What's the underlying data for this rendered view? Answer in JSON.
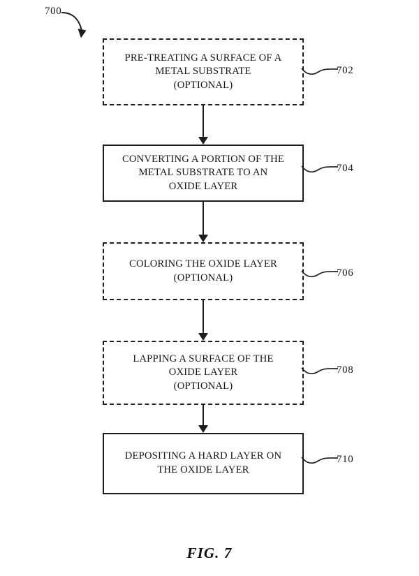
{
  "figure": {
    "caption": "FIG. 7",
    "callout_label": "700",
    "callout_icon": "curved-arrow-icon",
    "sheet_background": "#ffffff",
    "line_color": "#1d1d1d",
    "text_color": "#161616"
  },
  "flowchart": {
    "orientation": "top-to-bottom",
    "steps": [
      {
        "ref": "702",
        "border": "dashed",
        "optional": true,
        "lines": [
          "PRE-TREATING A SURFACE OF A",
          "METAL SUBSTRATE",
          "(OPTIONAL)"
        ]
      },
      {
        "ref": "704",
        "border": "solid",
        "optional": false,
        "lines": [
          "CONVERTING A PORTION OF THE",
          "METAL SUBSTRATE TO AN",
          "OXIDE LAYER"
        ]
      },
      {
        "ref": "706",
        "border": "dashed",
        "optional": true,
        "lines": [
          "COLORING THE OXIDE LAYER",
          "(OPTIONAL)"
        ]
      },
      {
        "ref": "708",
        "border": "dashed",
        "optional": true,
        "lines": [
          "LAPPING A SURFACE OF THE",
          "OXIDE LAYER",
          "(OPTIONAL)"
        ]
      },
      {
        "ref": "710",
        "border": "solid",
        "optional": false,
        "lines": [
          "DEPOSITING A HARD LAYER ON",
          "THE OXIDE LAYER"
        ]
      }
    ],
    "connectors": [
      {
        "from": "702",
        "to": "704",
        "icon": "down-arrow-icon"
      },
      {
        "from": "704",
        "to": "706",
        "icon": "down-arrow-icon"
      },
      {
        "from": "706",
        "to": "708",
        "icon": "down-arrow-icon"
      },
      {
        "from": "708",
        "to": "710",
        "icon": "down-arrow-icon"
      }
    ]
  }
}
